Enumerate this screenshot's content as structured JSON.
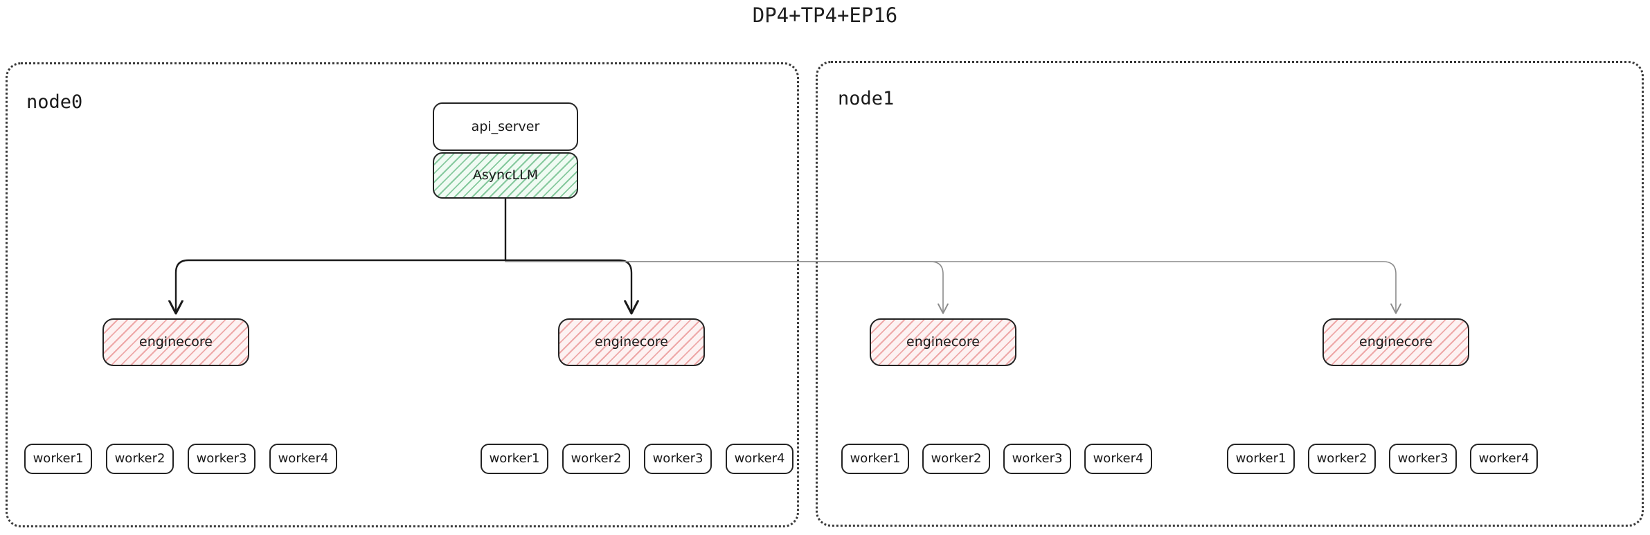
{
  "title": "DP4+TP4+EP16",
  "colors": {
    "background": "#ffffff",
    "text": "#181818",
    "cluster_border": "#3a3a3a",
    "box_border": "#232323",
    "asyncllm_hatch": "#2ea057",
    "asyncllm_fill": "#f0fbf3",
    "enginecore_hatch": "#e05e5e",
    "enginecore_fill": "#fdf2f2",
    "edge_local": "#1a1a1a",
    "edge_remote": "#8c8c8c"
  },
  "nodes": [
    {
      "id": "node0",
      "label": "node0",
      "frontend": {
        "api_server": {
          "label": "api_server"
        },
        "async_llm": {
          "label": "AsyncLLM"
        }
      },
      "engines": [
        {
          "label": "enginecore",
          "workers": [
            {
              "label": "worker1"
            },
            {
              "label": "worker2"
            },
            {
              "label": "worker3"
            },
            {
              "label": "worker4"
            }
          ]
        },
        {
          "label": "enginecore",
          "workers": [
            {
              "label": "worker1"
            },
            {
              "label": "worker2"
            },
            {
              "label": "worker3"
            },
            {
              "label": "worker4"
            }
          ]
        }
      ]
    },
    {
      "id": "node1",
      "label": "node1",
      "engines": [
        {
          "label": "enginecore",
          "workers": [
            {
              "label": "worker1"
            },
            {
              "label": "worker2"
            },
            {
              "label": "worker3"
            },
            {
              "label": "worker4"
            }
          ]
        },
        {
          "label": "enginecore",
          "workers": [
            {
              "label": "worker1"
            },
            {
              "label": "worker2"
            },
            {
              "label": "worker3"
            },
            {
              "label": "worker4"
            }
          ]
        }
      ]
    }
  ]
}
